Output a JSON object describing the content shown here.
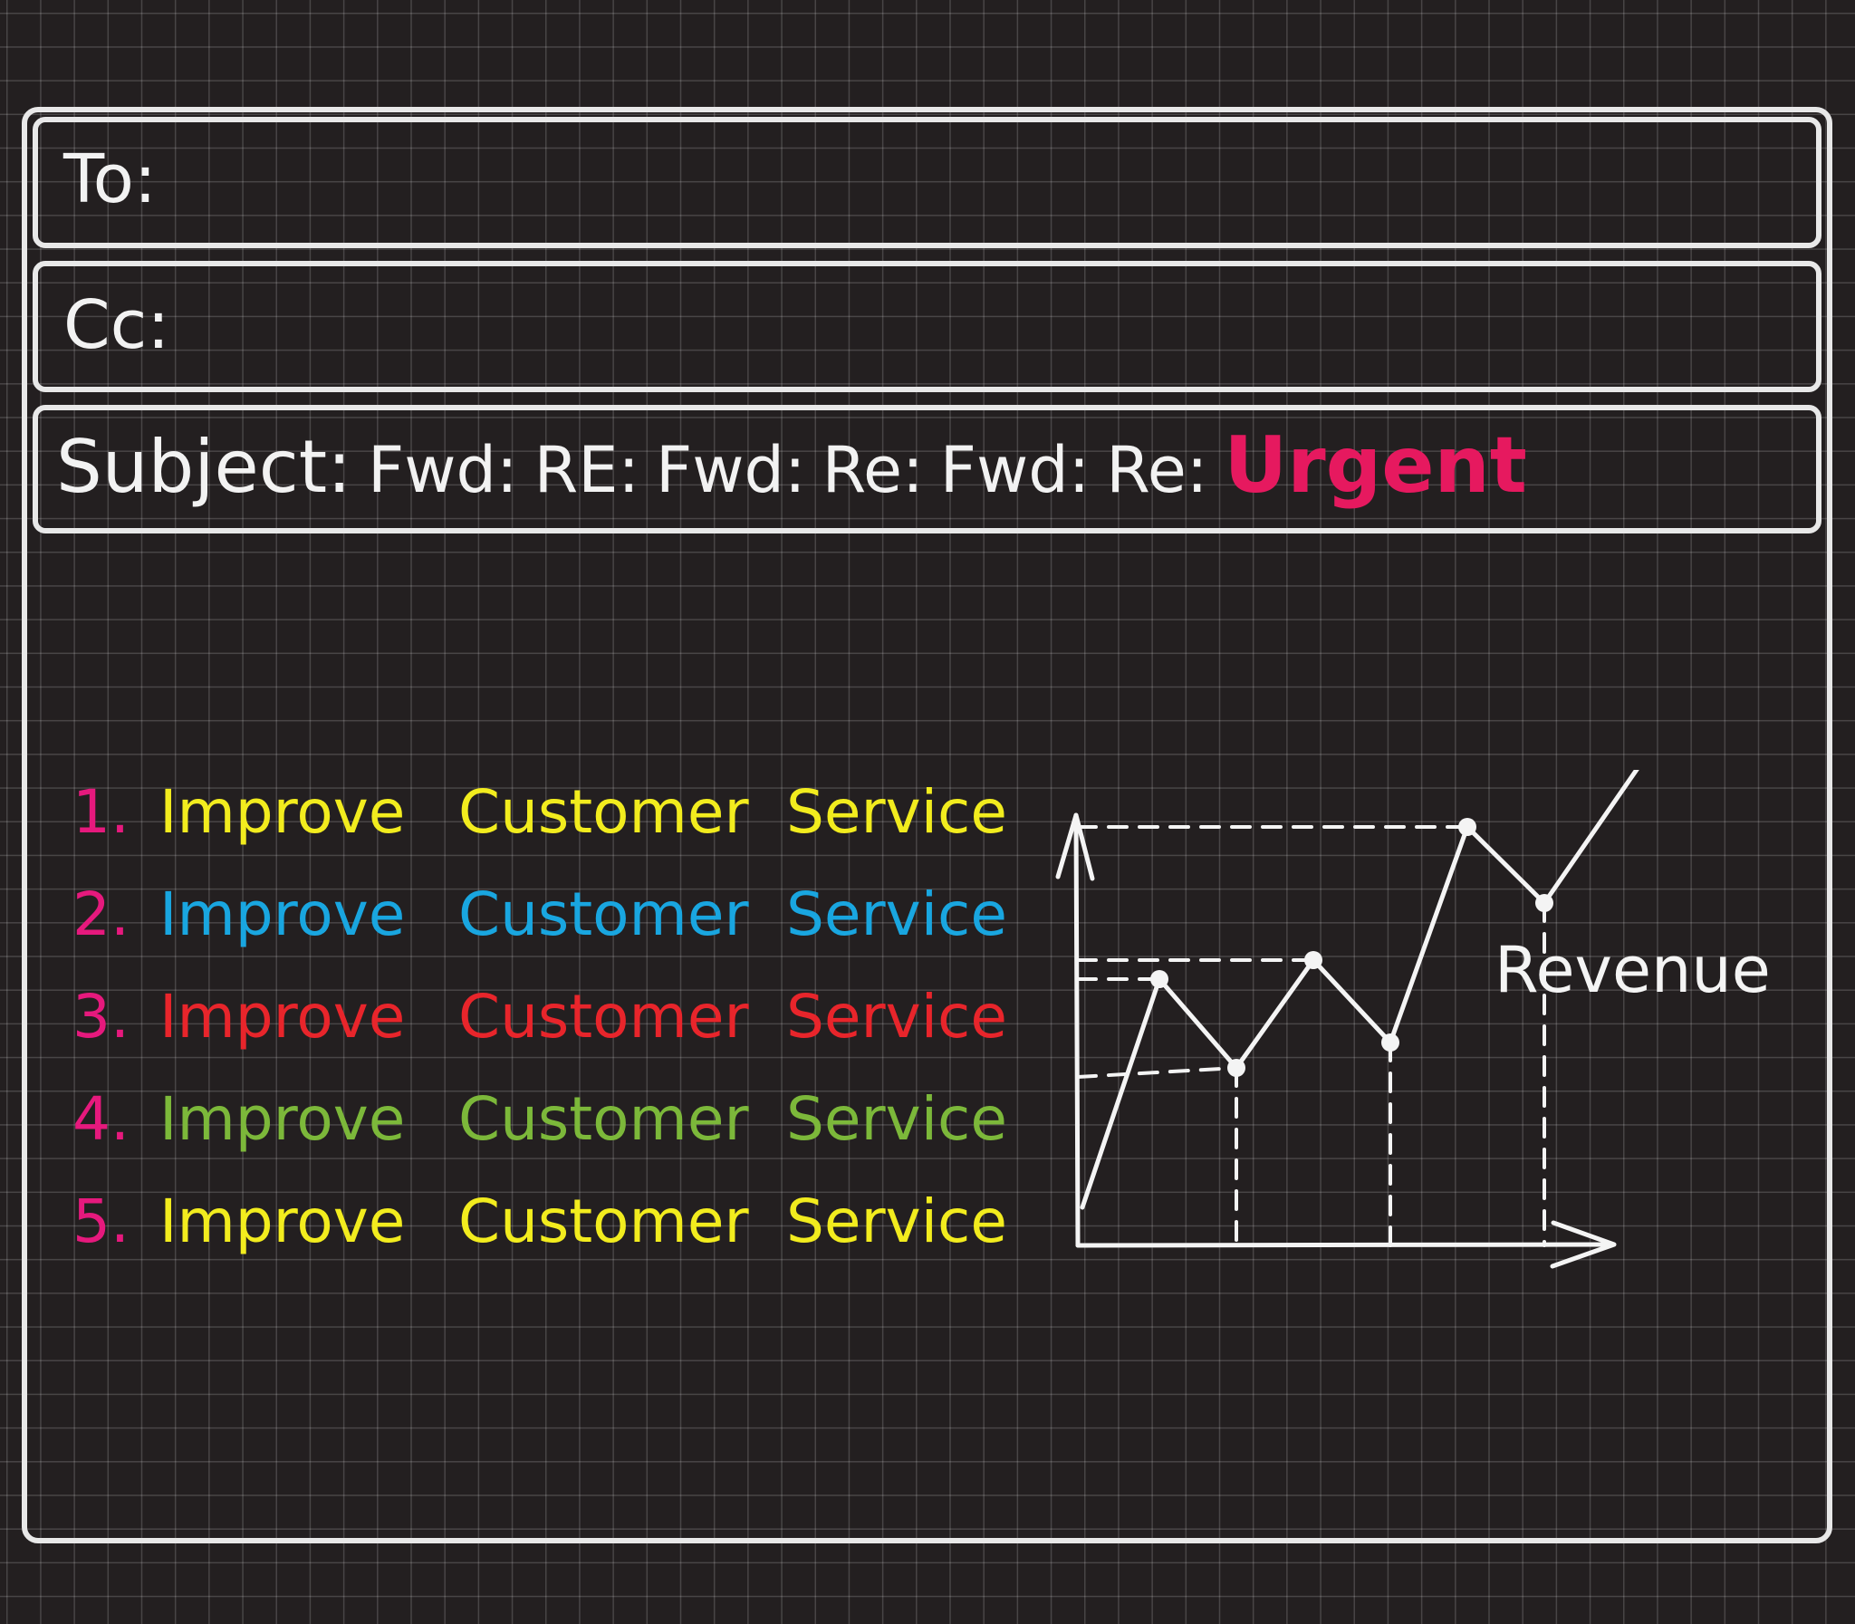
{
  "email": {
    "to_label": "To:",
    "cc_label": "Cc:",
    "subject_label": "Subject:",
    "subject_parts": [
      "Fwd:",
      "RE:",
      "Fwd:",
      "Re:",
      "Fwd:",
      "Re:"
    ],
    "subject_urgent": "Urgent"
  },
  "todo": {
    "items": [
      {
        "num": "1.",
        "words": [
          "Improve",
          "Customer",
          "Service"
        ],
        "color": "#f2ec1e"
      },
      {
        "num": "2.",
        "words": [
          "Improve",
          "Customer",
          "Service"
        ],
        "color": "#19a6e0"
      },
      {
        "num": "3.",
        "words": [
          "Improve",
          "Customer",
          "Service"
        ],
        "color": "#e8252b"
      },
      {
        "num": "4.",
        "words": [
          "Improve",
          "Customer",
          "Service"
        ],
        "color": "#7cb83a"
      },
      {
        "num": "5.",
        "words": [
          "Improve",
          "Customer",
          "Service"
        ],
        "color": "#f2ec1e"
      }
    ],
    "number_color": "#e6197d"
  },
  "chart_data": {
    "type": "line",
    "series": [
      {
        "name": "Revenue",
        "x": [
          0,
          1,
          2,
          3,
          4,
          5,
          6
        ],
        "values": [
          0.6,
          4.2,
          2.8,
          4.5,
          3.2,
          6.6,
          5.4
        ]
      }
    ],
    "trend_arrow": true,
    "labels": [
      "Revenue"
    ],
    "grid": false
  },
  "colors": {
    "background": "#231f20",
    "frame": "#e8e8e8",
    "urgent": "#e6195f"
  }
}
